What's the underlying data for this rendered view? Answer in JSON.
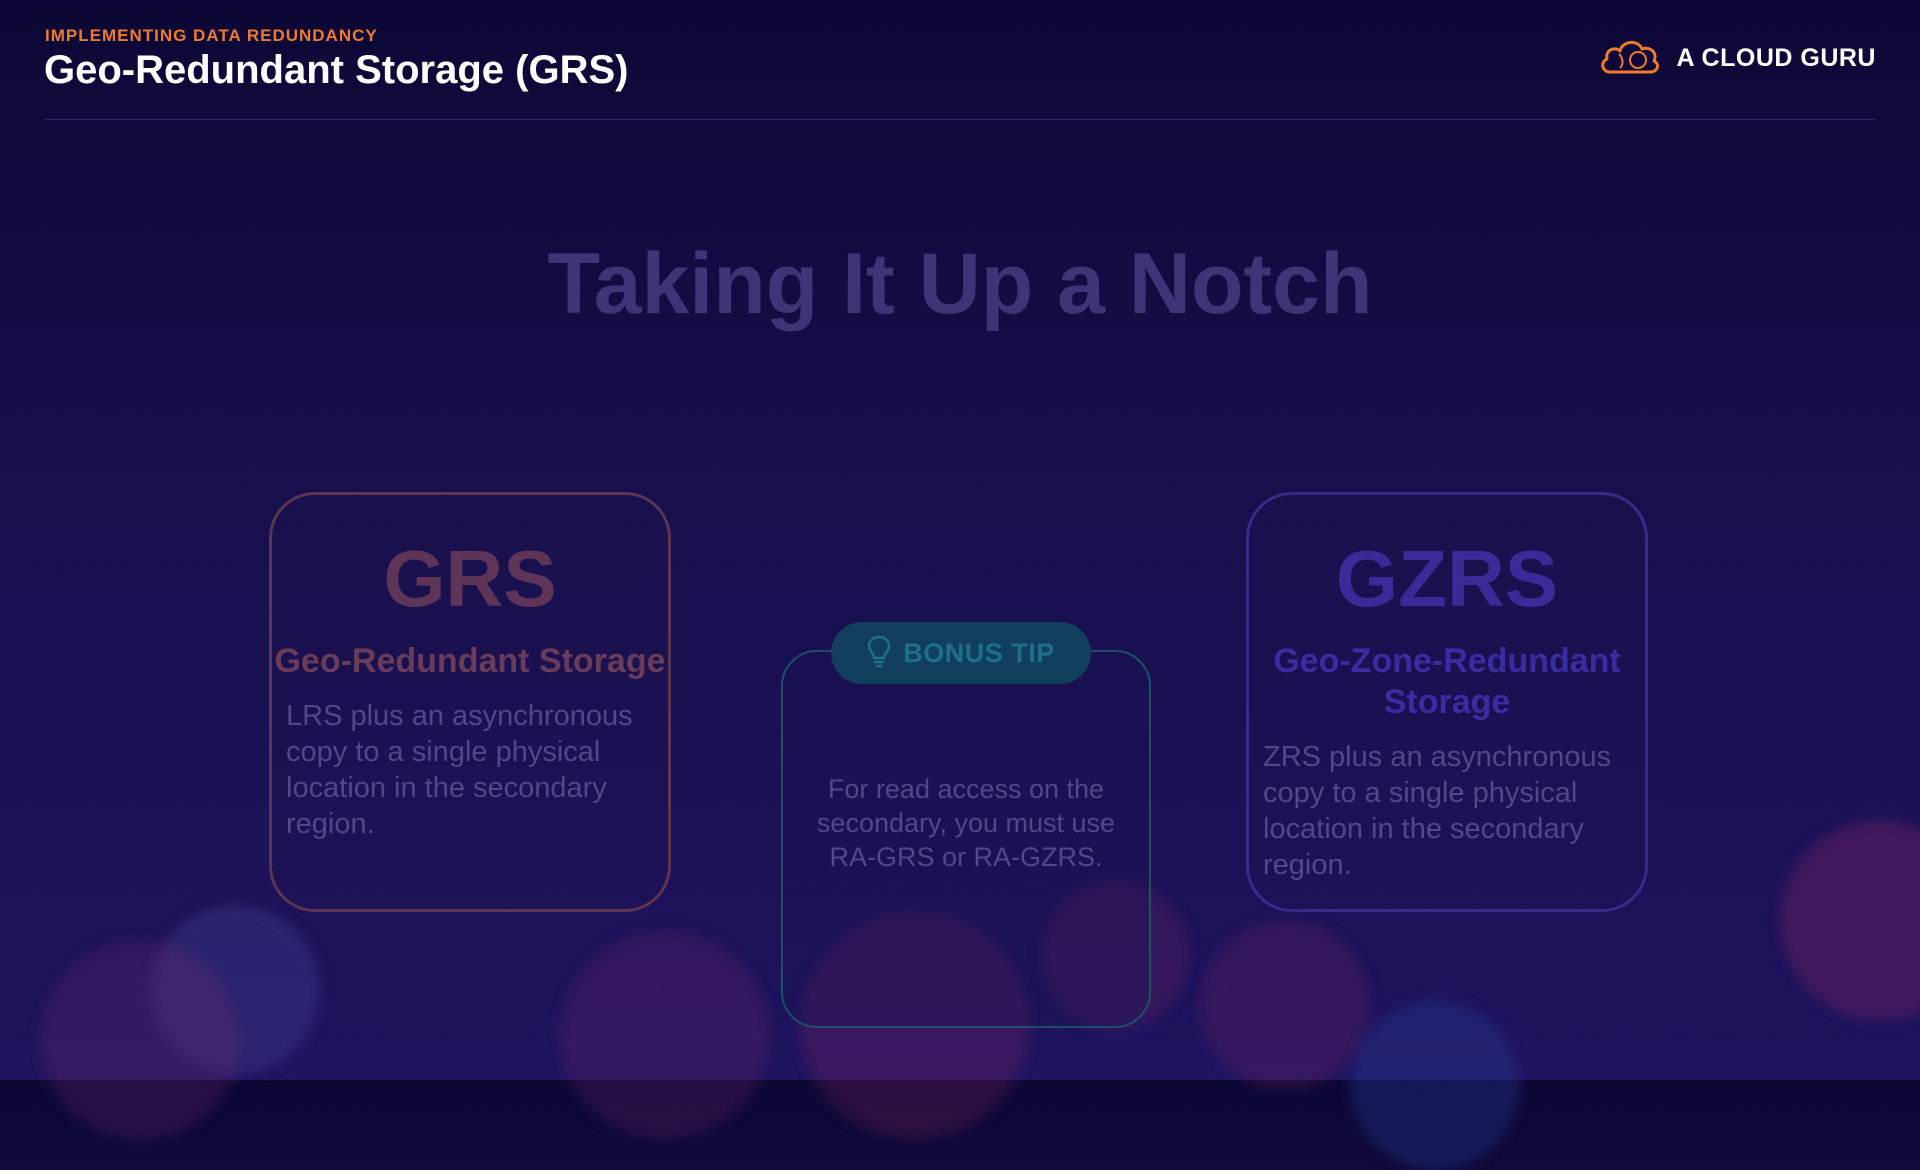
{
  "header": {
    "eyebrow": "IMPLEMENTING DATA REDUNDANCY",
    "title": "Geo-Redundant Storage (GRS)",
    "brand": {
      "name": "A CLOUD GURU",
      "logo_icon": "cloud-icon",
      "logo_color": "#f07a2c"
    }
  },
  "main": {
    "heading": "Taking It Up a Notch",
    "cards": [
      {
        "abbr": "GRS",
        "full_name": "Geo-Redundant Storage",
        "description": "LRS plus an asynchronous copy to a single physical location in the secondary region."
      },
      {
        "abbr": "GZRS",
        "full_name": "Geo-Zone-Redundant Storage",
        "description": "ZRS plus an asynchronous copy to a single physical location in the secondary region."
      }
    ],
    "tip": {
      "badge": "BONUS TIP",
      "icon": "lightbulb-icon",
      "text": "For read access on the secondary, you must use RA-GRS or RA-GZRS."
    }
  },
  "colors": {
    "accent": "#f07a2c",
    "background": "#160f4a",
    "grs": "#5e3558",
    "gzrs": "#3b2b98",
    "tip": "#1c7089"
  }
}
